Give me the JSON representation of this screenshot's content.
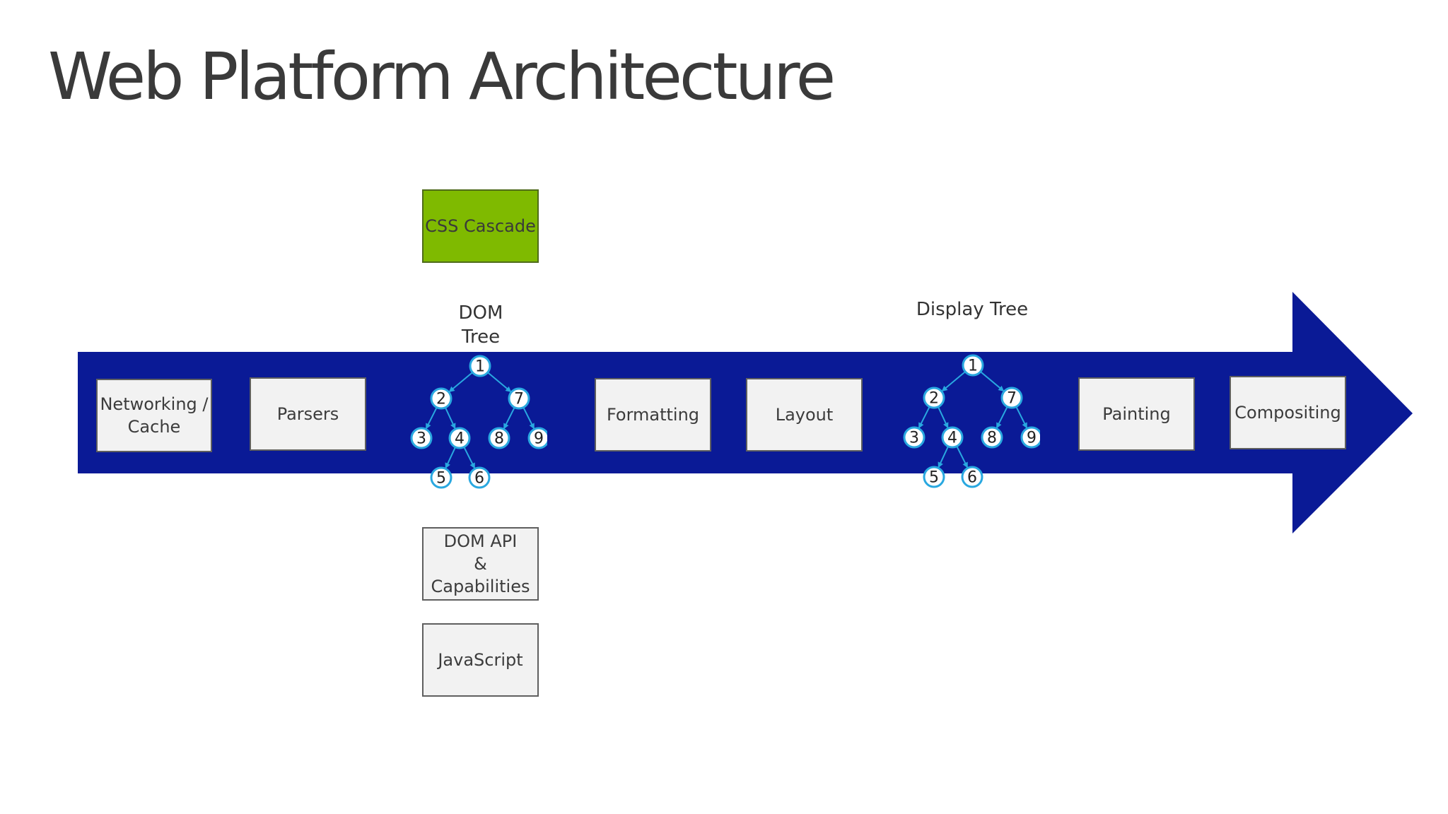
{
  "title": "Web Platform Architecture",
  "colors": {
    "arrow": "#0a1a96",
    "box_fill": "#f2f2f2",
    "box_border": "#5f5f5f",
    "highlight_box": "#7fba00",
    "tree_node_stroke": "#29a8e0"
  },
  "pipeline": {
    "stages": [
      "Networking /\nCache",
      "Parsers",
      "Formatting",
      "Layout",
      "Painting",
      "Compositing"
    ]
  },
  "dom": {
    "label": "DOM\nTree",
    "above": "CSS Cascade",
    "below": [
      "DOM API\n& Capabilities",
      "JavaScript"
    ]
  },
  "display": {
    "label": "Display Tree"
  },
  "tree": {
    "nodes": [
      "1",
      "2",
      "3",
      "4",
      "5",
      "6",
      "7",
      "8",
      "9"
    ],
    "edges": [
      [
        "1",
        "2"
      ],
      [
        "1",
        "7"
      ],
      [
        "2",
        "3"
      ],
      [
        "2",
        "4"
      ],
      [
        "4",
        "5"
      ],
      [
        "4",
        "6"
      ],
      [
        "7",
        "8"
      ],
      [
        "7",
        "9"
      ]
    ]
  }
}
